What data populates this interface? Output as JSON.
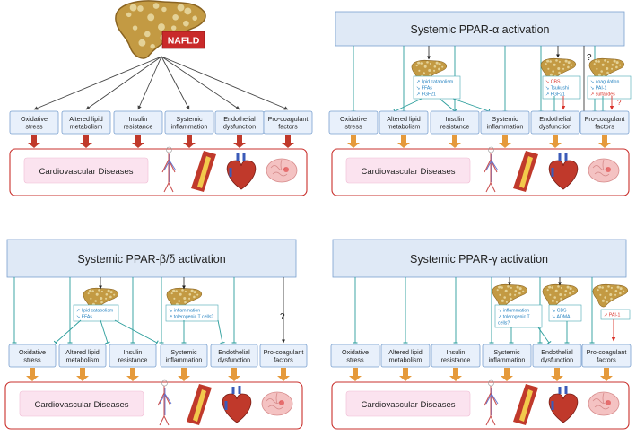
{
  "factors": [
    "Oxidative\nstress",
    "Altered lipid\nmetabolism",
    "Insulin\nresistance",
    "Systemic\ninflammation",
    "Endothelial\ndysfunction",
    "Pro-coagulant\nfactors"
  ],
  "cvd_label": "Cardiovascular Diseases",
  "nafld_label": "NAFLD",
  "alpha": {
    "title": "Systemic PPAR-α activation",
    "box1": [
      {
        "arrow": "↗",
        "text": "lipid catabolism",
        "color": "#1f7fbf"
      },
      {
        "arrow": "↘",
        "text": "FFAs",
        "color": "#1f7fbf"
      },
      {
        "arrow": "↗",
        "text": "FGF21",
        "color": "#1f7fbf"
      }
    ],
    "box2": [
      {
        "arrow": "↘",
        "text": "CBS",
        "color": "#d9342b"
      },
      {
        "arrow": "↘",
        "text": "Tsukushi",
        "color": "#1f7fbf"
      },
      {
        "arrow": "↗",
        "text": "FGF21",
        "color": "#1f7fbf"
      }
    ],
    "box3": [
      {
        "arrow": "↘",
        "text": "coagulation",
        "color": "#1f7fbf"
      },
      {
        "arrow": "↘",
        "text": "PAI-1",
        "color": "#1f7fbf"
      },
      {
        "arrow": "↗",
        "text": "sulfatides",
        "color": "#d9342b"
      }
    ]
  },
  "beta": {
    "title": "Systemic PPAR-β/δ activation",
    "box1": [
      {
        "arrow": "↗",
        "text": "lipid catabolism",
        "color": "#1f7fbf"
      },
      {
        "arrow": "↘",
        "text": "FFAs",
        "color": "#1f7fbf"
      }
    ],
    "box2": [
      {
        "arrow": "↘",
        "text": "inflammation",
        "color": "#1f7fbf"
      },
      {
        "arrow": "↗",
        "text": "tolerogenic T cells?",
        "color": "#1f7fbf"
      }
    ]
  },
  "gamma": {
    "title": "Systemic PPAR-γ activation",
    "box1": [
      {
        "arrow": "↘",
        "text": "inflammation",
        "color": "#1f7fbf"
      },
      {
        "arrow": "↗",
        "text": "tolerogenic T",
        "color": "#1f7fbf"
      },
      {
        "arrow": "",
        "text": "cells?",
        "color": "#1f7fbf"
      }
    ],
    "box2": [
      {
        "arrow": "↘",
        "text": "CBS",
        "color": "#1f7fbf"
      },
      {
        "arrow": "↘",
        "text": "ADMA",
        "color": "#1f7fbf"
      }
    ],
    "box3": [
      {
        "arrow": "↗",
        "text": "PAI-1",
        "color": "#d9342b"
      }
    ]
  },
  "question_mark": "?"
}
